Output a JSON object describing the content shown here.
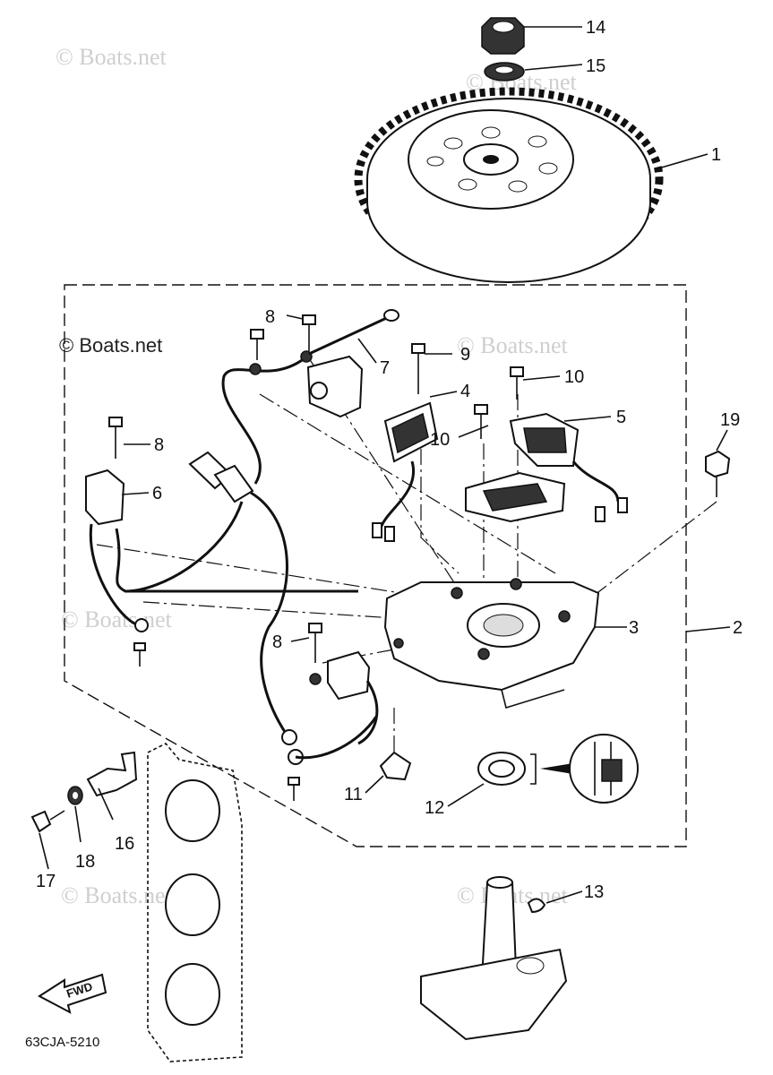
{
  "watermark": "© Boats.net",
  "diagram_code": "63CJA-5210",
  "fwd_label": "FWD",
  "callouts": {
    "c1": "1",
    "c2": "2",
    "c3": "3",
    "c4": "4",
    "c5": "5",
    "c6": "6",
    "c7": "7",
    "c8a": "8",
    "c8b": "8",
    "c8c": "8",
    "c9": "9",
    "c10a": "10",
    "c10b": "10",
    "c11": "11",
    "c12": "12",
    "c13": "13",
    "c14": "14",
    "c15": "15",
    "c16": "16",
    "c17": "17",
    "c18": "18",
    "c19": "19"
  }
}
